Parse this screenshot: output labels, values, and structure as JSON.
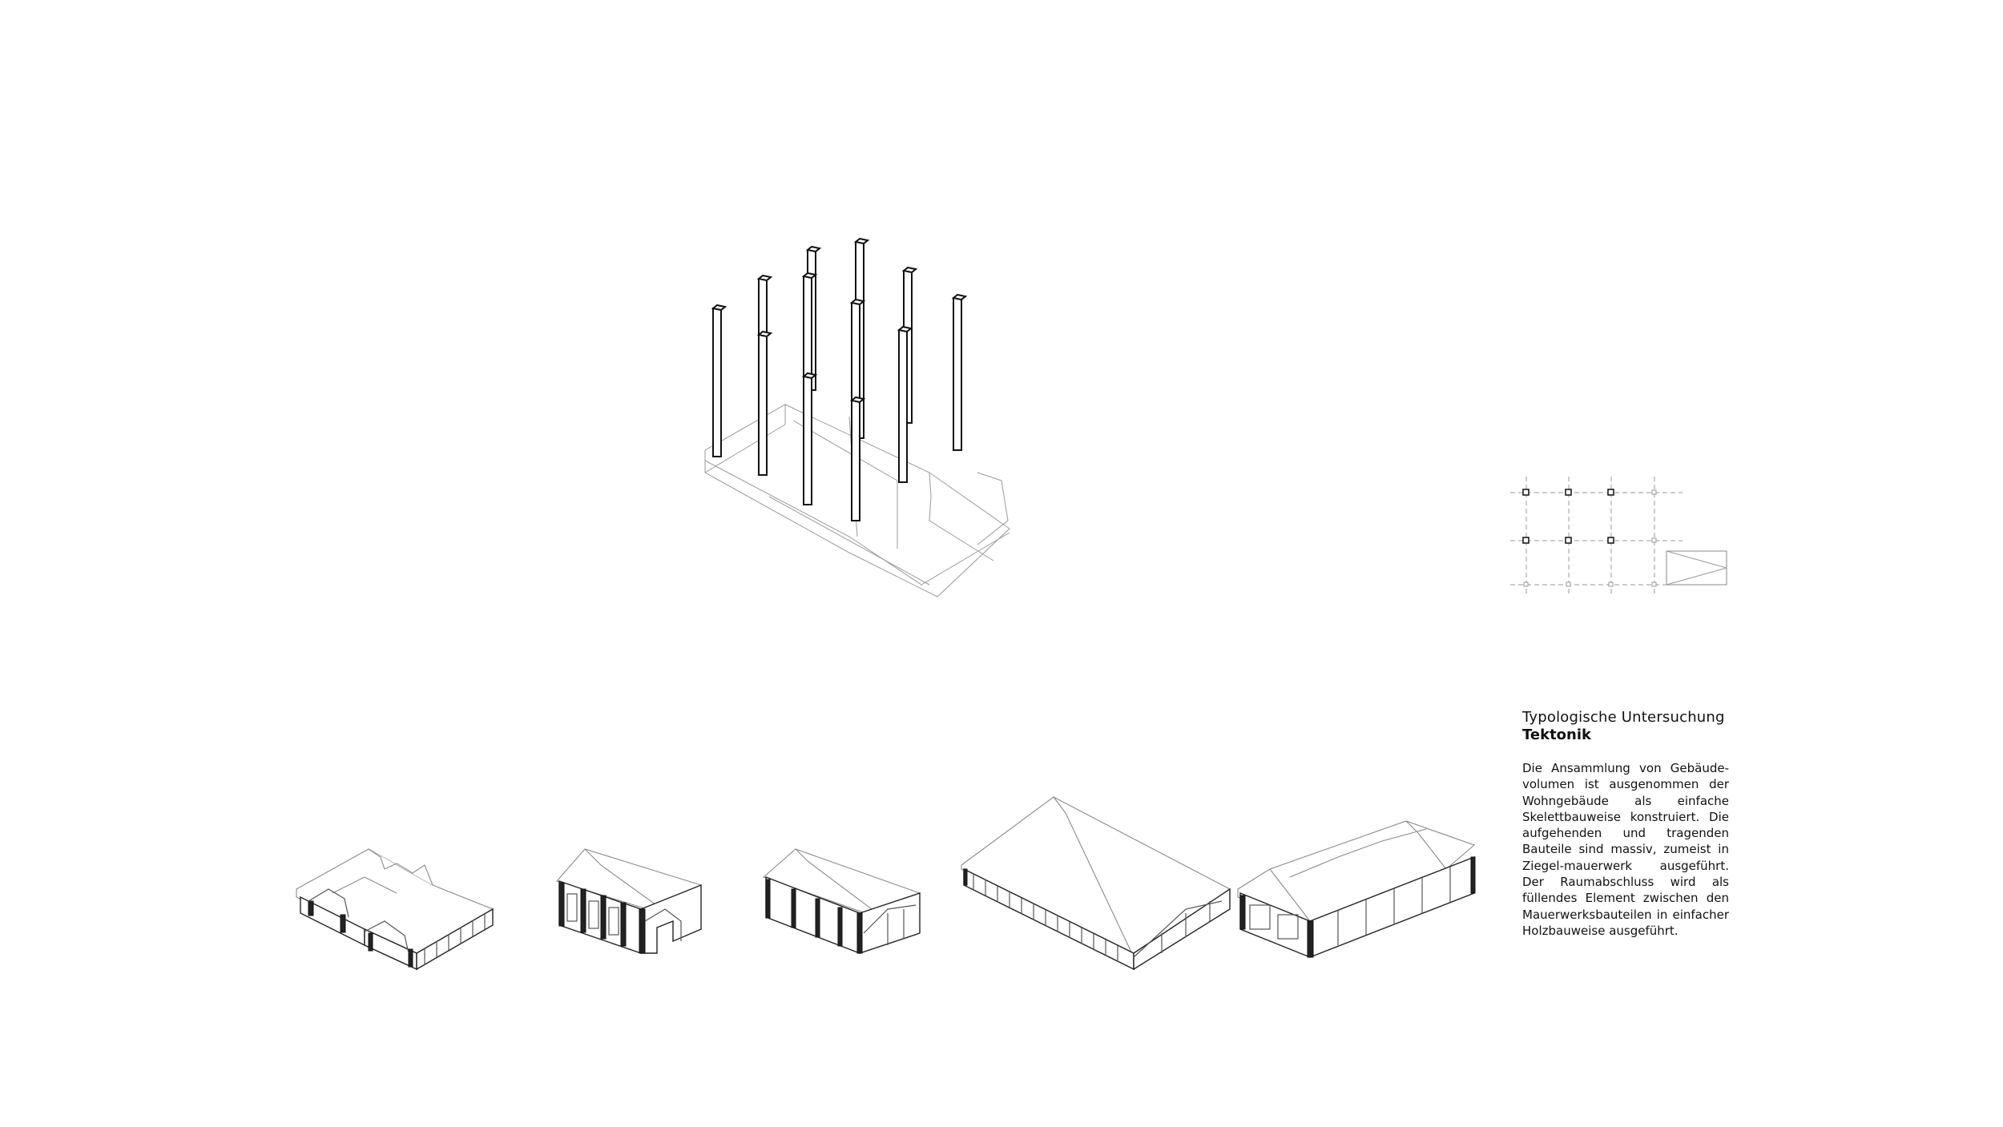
{
  "text": {
    "subtitle": "Typologische Untersuchung",
    "title": "Tektonik",
    "body": "Die Ansammlung von Gebäude-volumen ist ausgenommen der Wohngebäude als einfache Skelettbauweise konstruiert. Die aufgehenden und tragenden Bauteile sind massiv, zumeist in Ziegel-mauerwerk ausgeführt. Der Raumabschluss wird als füllendes Element zwischen den Mauerwerksbauteilen in einfacher Holzbauweise ausgeführt."
  },
  "colors": {
    "line_dark": "#111111",
    "line_light": "#9a9a9a",
    "background": "#ffffff"
  }
}
